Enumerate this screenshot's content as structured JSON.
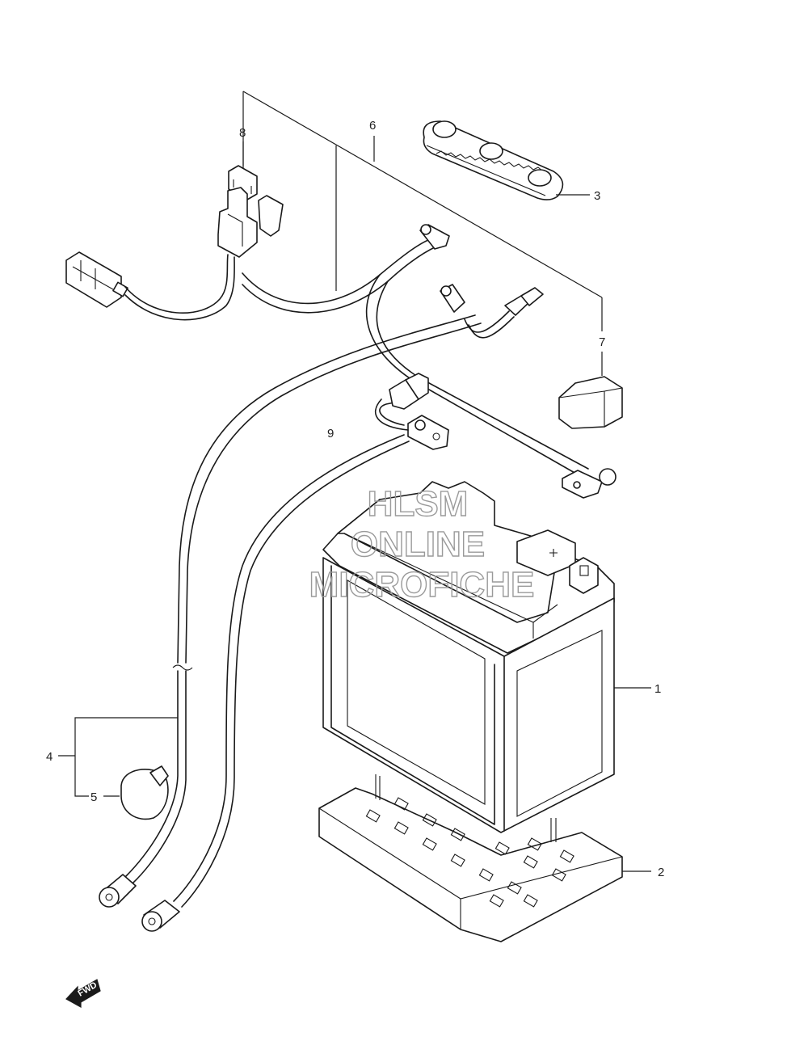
{
  "callouts": {
    "c1": "1",
    "c2": "2",
    "c3": "3",
    "c4": "4",
    "c5": "5",
    "c6": "6",
    "c7": "7",
    "c8": "8",
    "c9": "9"
  },
  "watermark": {
    "line1": "HLSM",
    "line2": "ONLINE",
    "line3": "MICROFICHE"
  },
  "forward_arrow": {
    "label": "FWD",
    "icon": "forward-arrow-icon"
  }
}
